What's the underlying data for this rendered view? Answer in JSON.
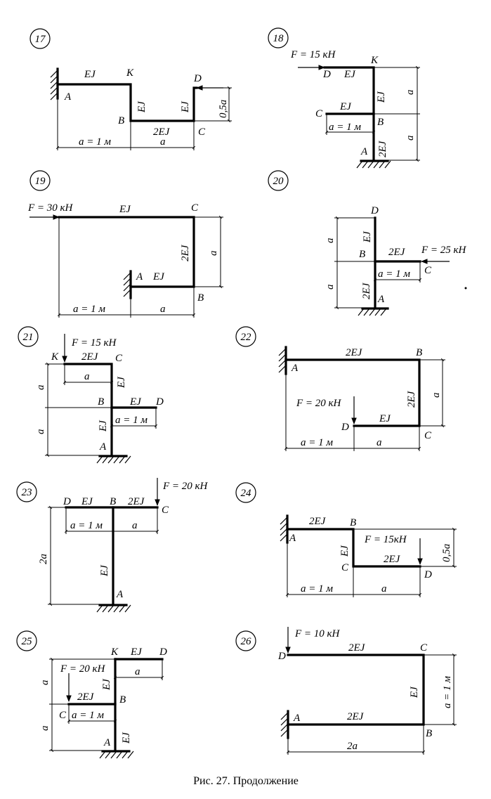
{
  "caption": "Рис. 27. Продолжение",
  "problems": {
    "p17": {
      "number": "17",
      "joints": [
        "A",
        "K",
        "B",
        "C",
        "D"
      ],
      "stiffness": [
        "EJ",
        "EJ",
        "2EJ",
        "EJ"
      ],
      "dims": [
        "a = 1 м",
        "a",
        "0,5a"
      ]
    },
    "p18": {
      "number": "18",
      "force": "F = 15 кН",
      "joints": [
        "D",
        "K",
        "C",
        "B",
        "A"
      ],
      "stiffness": [
        "EJ",
        "EJ",
        "EJ",
        "2EJ"
      ],
      "dims": [
        "a = 1 м",
        "a",
        "a"
      ]
    },
    "p19": {
      "number": "19",
      "force": "F = 30 кН",
      "joints": [
        "C",
        "A",
        "B"
      ],
      "stiffness": [
        "EJ",
        "2EJ",
        "EJ"
      ],
      "dims": [
        "a",
        "a = 1 м",
        "a"
      ]
    },
    "p20": {
      "number": "20",
      "force": "F = 25 кН",
      "joints": [
        "D",
        "B",
        "C",
        "A"
      ],
      "stiffness": [
        "EJ",
        "2EJ",
        "2EJ"
      ],
      "dims": [
        "a",
        "a",
        "a = 1 м"
      ]
    },
    "p21": {
      "number": "21",
      "force": "F = 15 кН",
      "joints": [
        "K",
        "C",
        "B",
        "D",
        "A"
      ],
      "stiffness": [
        "2EJ",
        "EJ",
        "EJ",
        "EJ"
      ],
      "dims": [
        "a",
        "a",
        "a",
        "a = 1 м"
      ]
    },
    "p22": {
      "number": "22",
      "force": "F = 20 кН",
      "joints": [
        "A",
        "B",
        "D",
        "C"
      ],
      "stiffness": [
        "2EJ",
        "2EJ",
        "EJ"
      ],
      "dims": [
        "a",
        "a = 1 м",
        "a"
      ]
    },
    "p23": {
      "number": "23",
      "force": "F = 20 кН",
      "joints": [
        "D",
        "B",
        "C",
        "A"
      ],
      "stiffness": [
        "EJ",
        "2EJ",
        "EJ"
      ],
      "dims": [
        "a = 1 м",
        "a",
        "2a"
      ]
    },
    "p24": {
      "number": "24",
      "force": "F = 15кН",
      "joints": [
        "B",
        "A",
        "C",
        "D"
      ],
      "stiffness": [
        "2EJ",
        "EJ",
        "2EJ"
      ],
      "dims": [
        "0,5a",
        "a = 1 м",
        "a"
      ]
    },
    "p25": {
      "number": "25",
      "force": "F = 20 кН",
      "joints": [
        "K",
        "D",
        "B",
        "C",
        "A"
      ],
      "stiffness": [
        "EJ",
        "EJ",
        "2EJ",
        "EJ"
      ],
      "dims": [
        "a",
        "a",
        "a",
        "a = 1 м"
      ]
    },
    "p26": {
      "number": "26",
      "force": "F = 10 кН",
      "joints": [
        "D",
        "C",
        "A",
        "B"
      ],
      "stiffness": [
        "2EJ",
        "EJ",
        "2EJ"
      ],
      "dims": [
        "a = 1 м",
        "2a"
      ]
    }
  }
}
